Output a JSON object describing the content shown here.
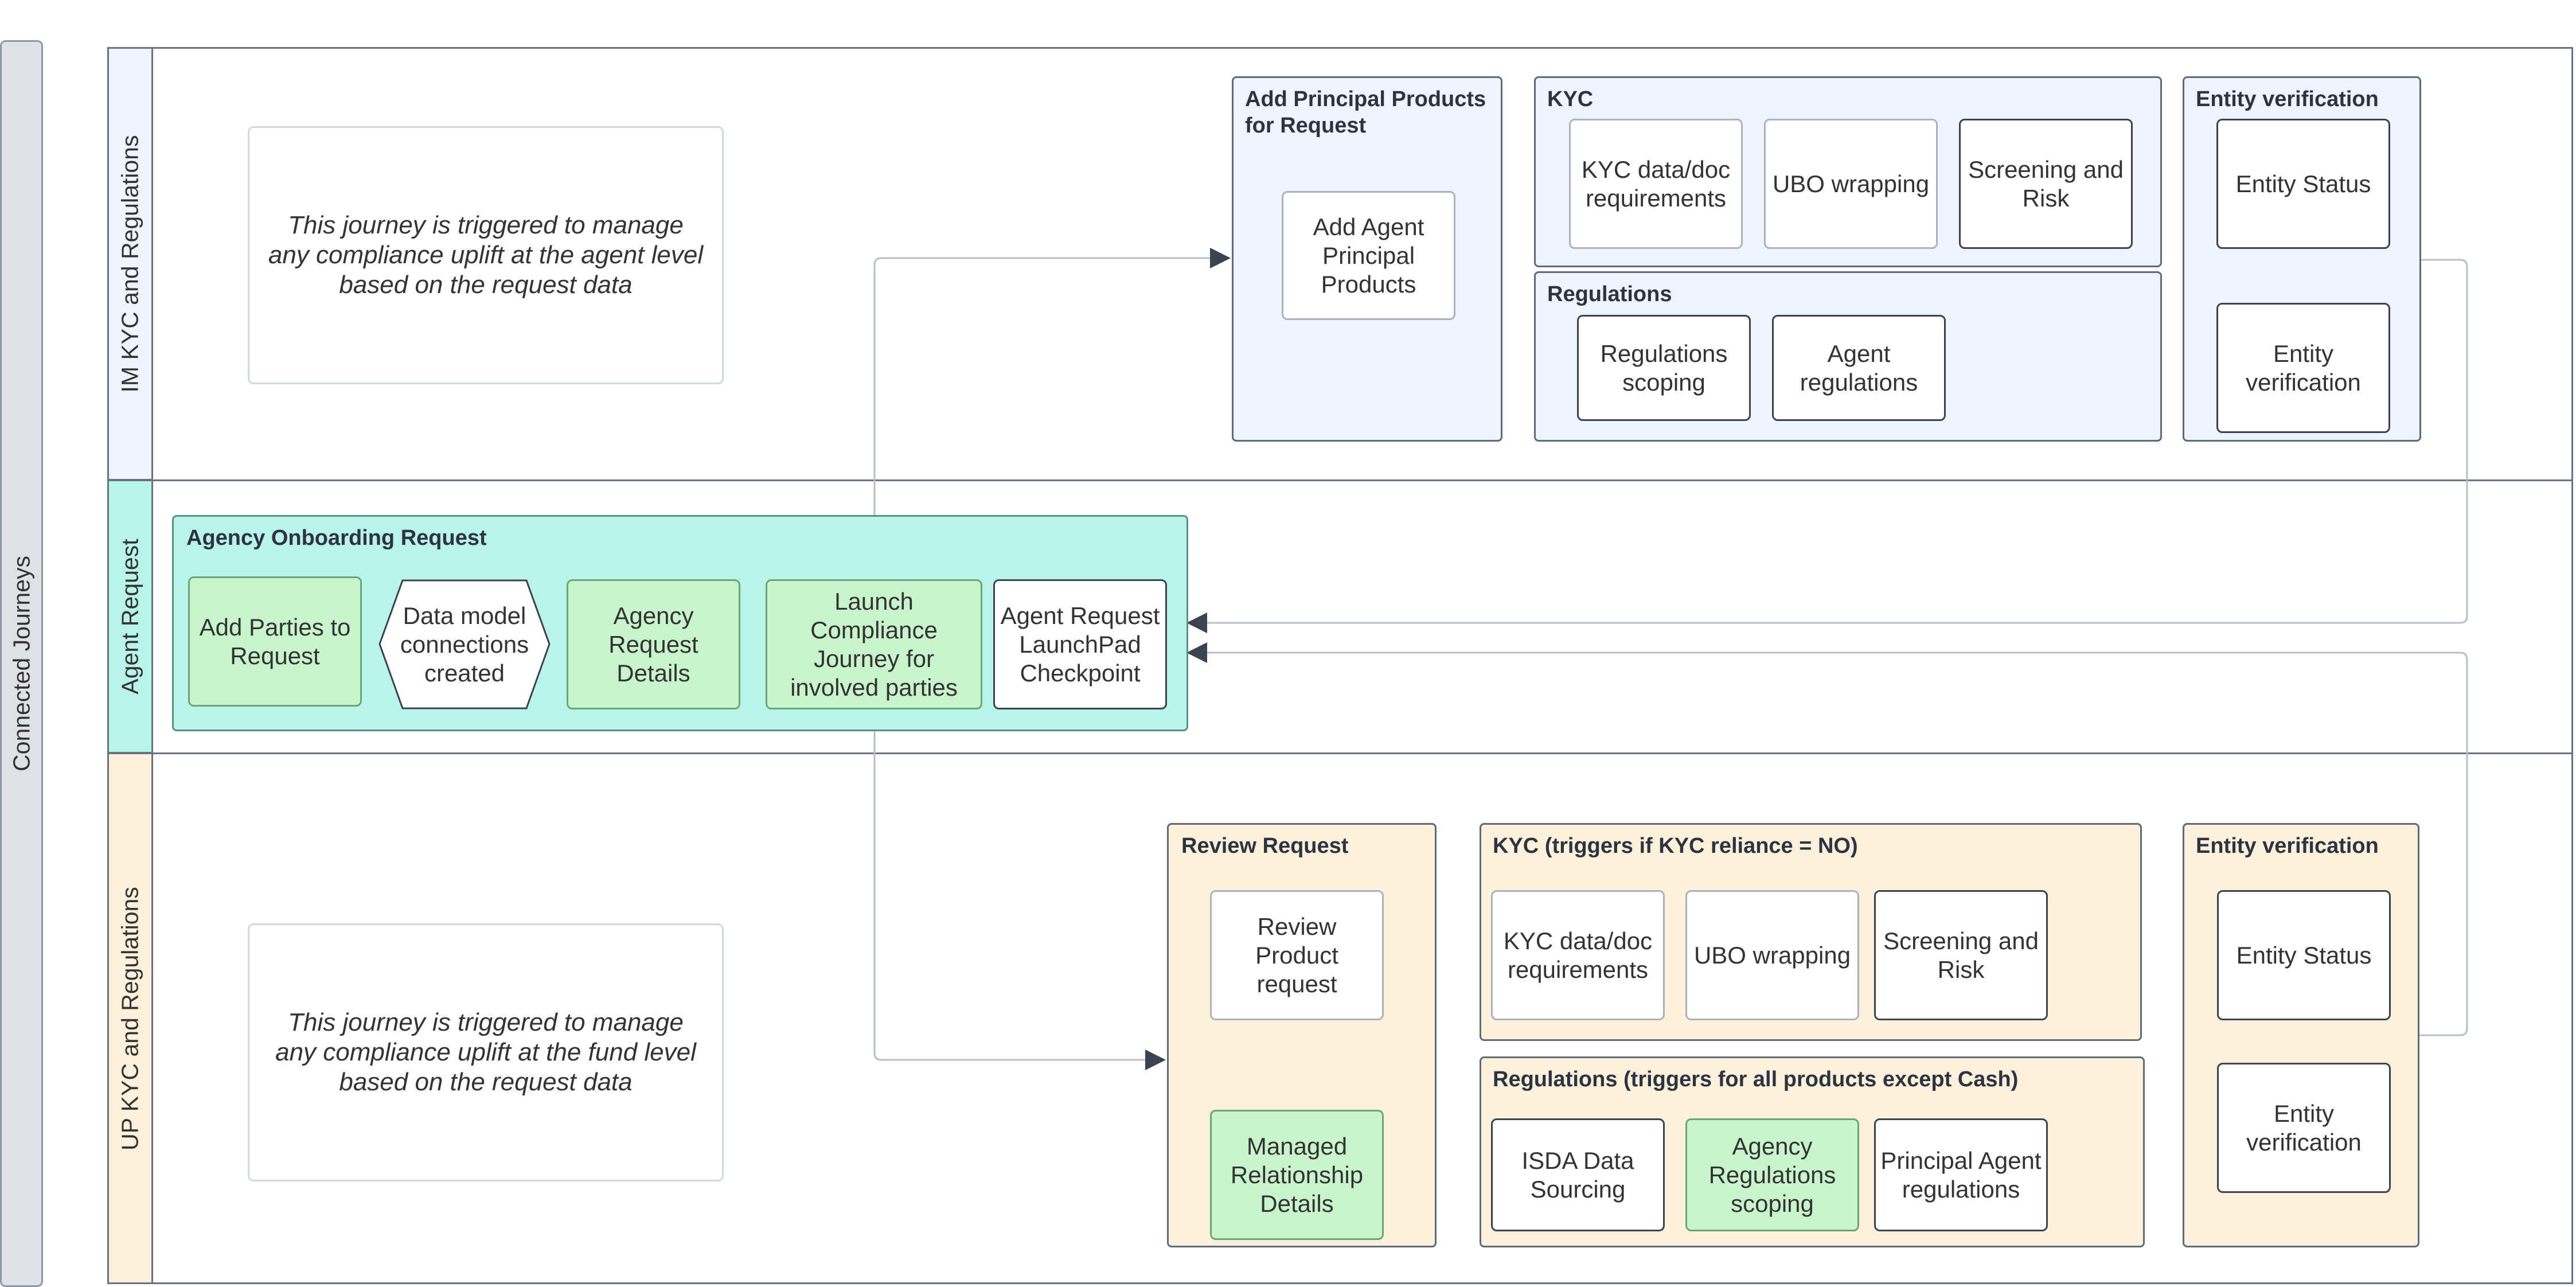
{
  "outer_label": "Connected Journeys",
  "lanes": {
    "im": "IM KYC and Regulations",
    "agent": "Agent Request",
    "up": "UP KYC and Regulations"
  },
  "colors": {
    "lane_im": "#eef4fd",
    "lane_agent": "#b8f4e9",
    "lane_up": "#fdf1db",
    "green_box": "#c9f5cd"
  },
  "im": {
    "note": "This journey is triggered to manage any compliance uplift at the agent level based on the request data",
    "add_principal": {
      "title": "Add Principal Products for Request",
      "box": "Add Agent Principal Products"
    },
    "kyc": {
      "title": "KYC",
      "items": [
        "KYC data/doc requirements",
        "UBO wrapping",
        "Screening and Risk"
      ]
    },
    "regulations": {
      "title": "Regulations",
      "items": [
        "Regulations scoping",
        "Agent regulations"
      ]
    },
    "entity": {
      "title": "Entity verification",
      "items": [
        "Entity Status",
        "Entity verification"
      ]
    }
  },
  "agent": {
    "title": "Agency Onboarding Request",
    "items": [
      "Add Parties to Request",
      "Data model connections created",
      "Agency Request Details",
      "Launch Compliance Journey for involved parties",
      "Agent Request LaunchPad Checkpoint"
    ]
  },
  "up": {
    "note": "This journey is triggered to manage any compliance uplift at the fund level based on the request data",
    "review": {
      "title": "Review Request",
      "items": [
        "Review Product request",
        "Managed Relationship Details"
      ]
    },
    "kyc": {
      "title": "KYC  (triggers if KYC reliance = NO)",
      "items": [
        "KYC data/doc requirements",
        "UBO wrapping",
        "Screening and Risk"
      ]
    },
    "regulations": {
      "title": "Regulations (triggers for all products except Cash)",
      "items": [
        "ISDA Data Sourcing",
        "Agency Regulations scoping",
        "Principal Agent regulations"
      ]
    },
    "entity": {
      "title": "Entity verification",
      "items": [
        "Entity Status",
        "Entity verification"
      ]
    }
  }
}
